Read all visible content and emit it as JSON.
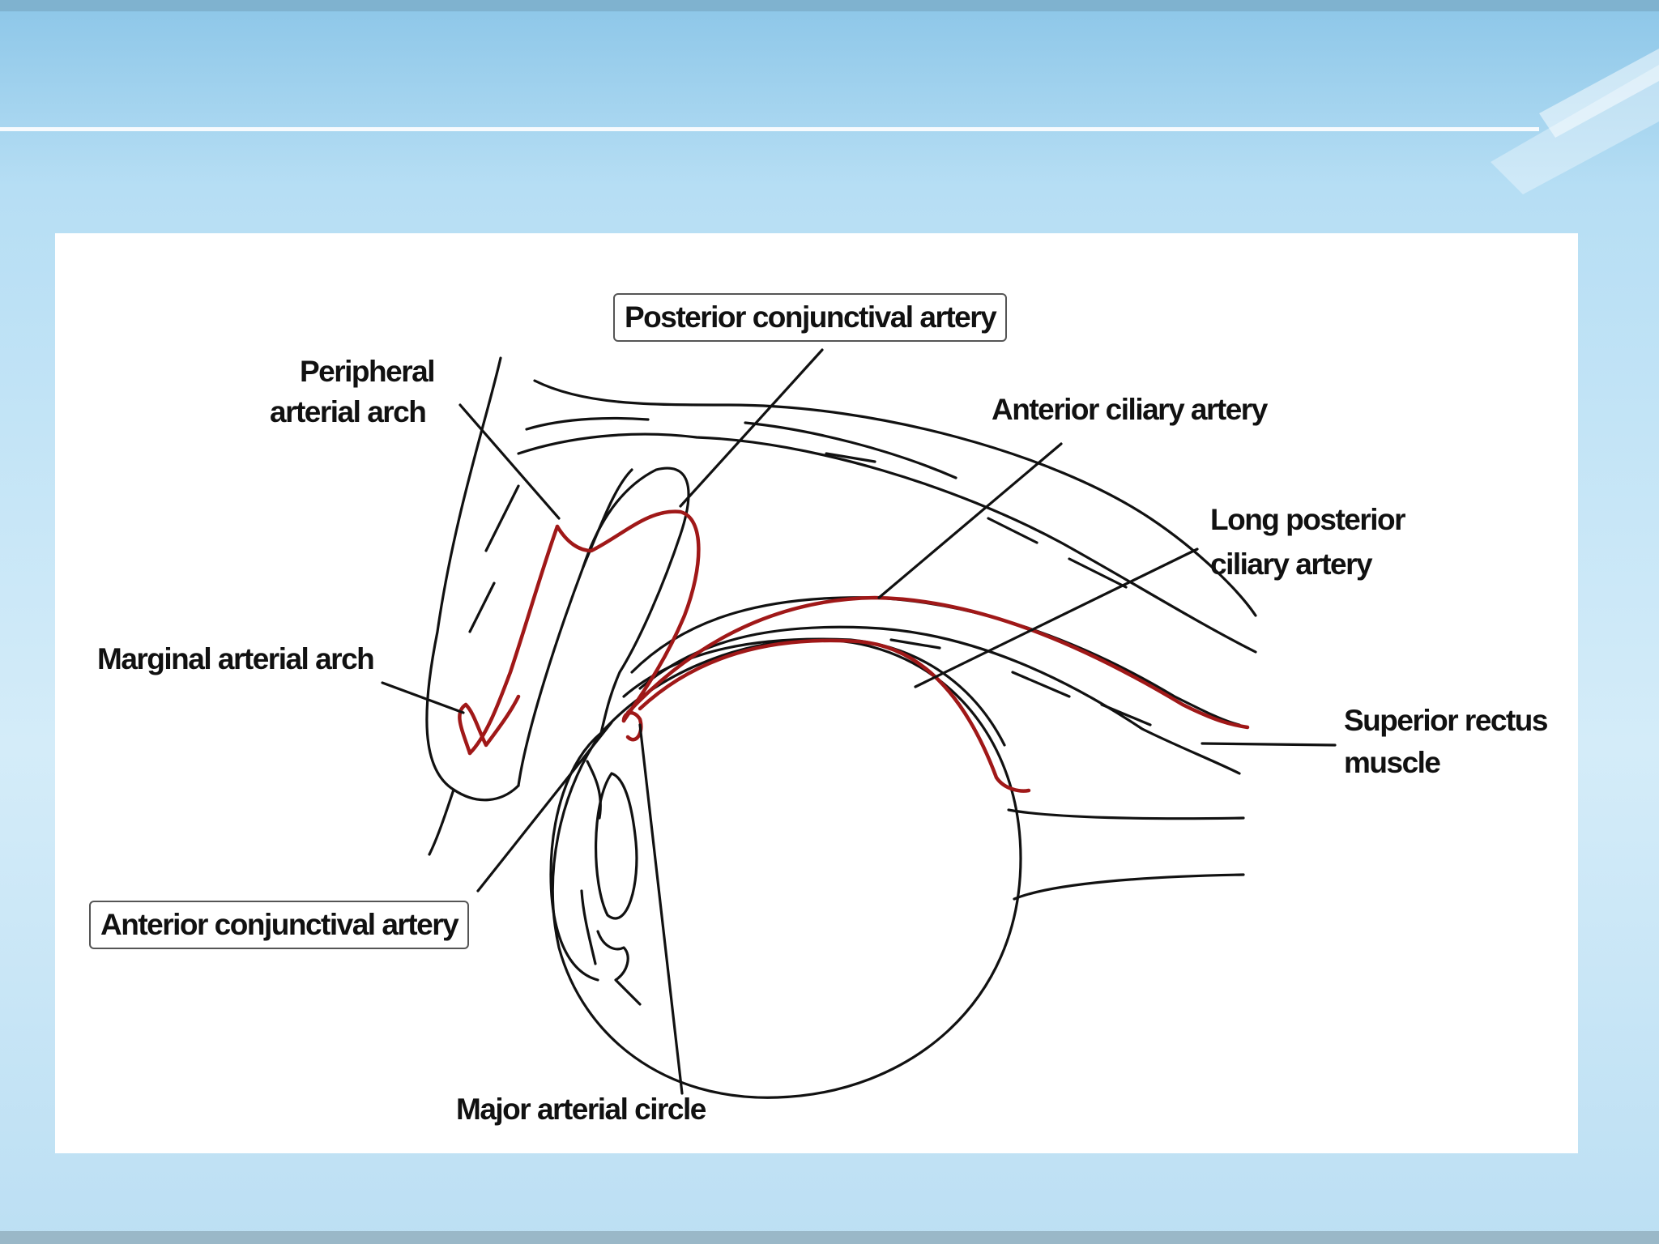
{
  "labels": {
    "posterior_conjunctival_artery": "Posterior conjunctival artery",
    "peripheral_arterial_arch_line1": "Peripheral",
    "peripheral_arterial_arch_line2": "arterial arch",
    "anterior_ciliary_artery": "Anterior ciliary artery",
    "long_posterior_ciliary_artery_line1": "Long posterior",
    "long_posterior_ciliary_artery_line2": "ciliary artery",
    "marginal_arterial_arch": "Marginal arterial arch",
    "superior_rectus_muscle_line1": "Superior rectus",
    "superior_rectus_muscle_line2": "muscle",
    "anterior_conjunctival_artery": "Anterior conjunctival artery",
    "major_arterial_circle": "Major arterial circle"
  },
  "colors": {
    "artery": "#a01818",
    "outline": "#111111",
    "panel": "#ffffff",
    "background": "#bfe2f6"
  }
}
